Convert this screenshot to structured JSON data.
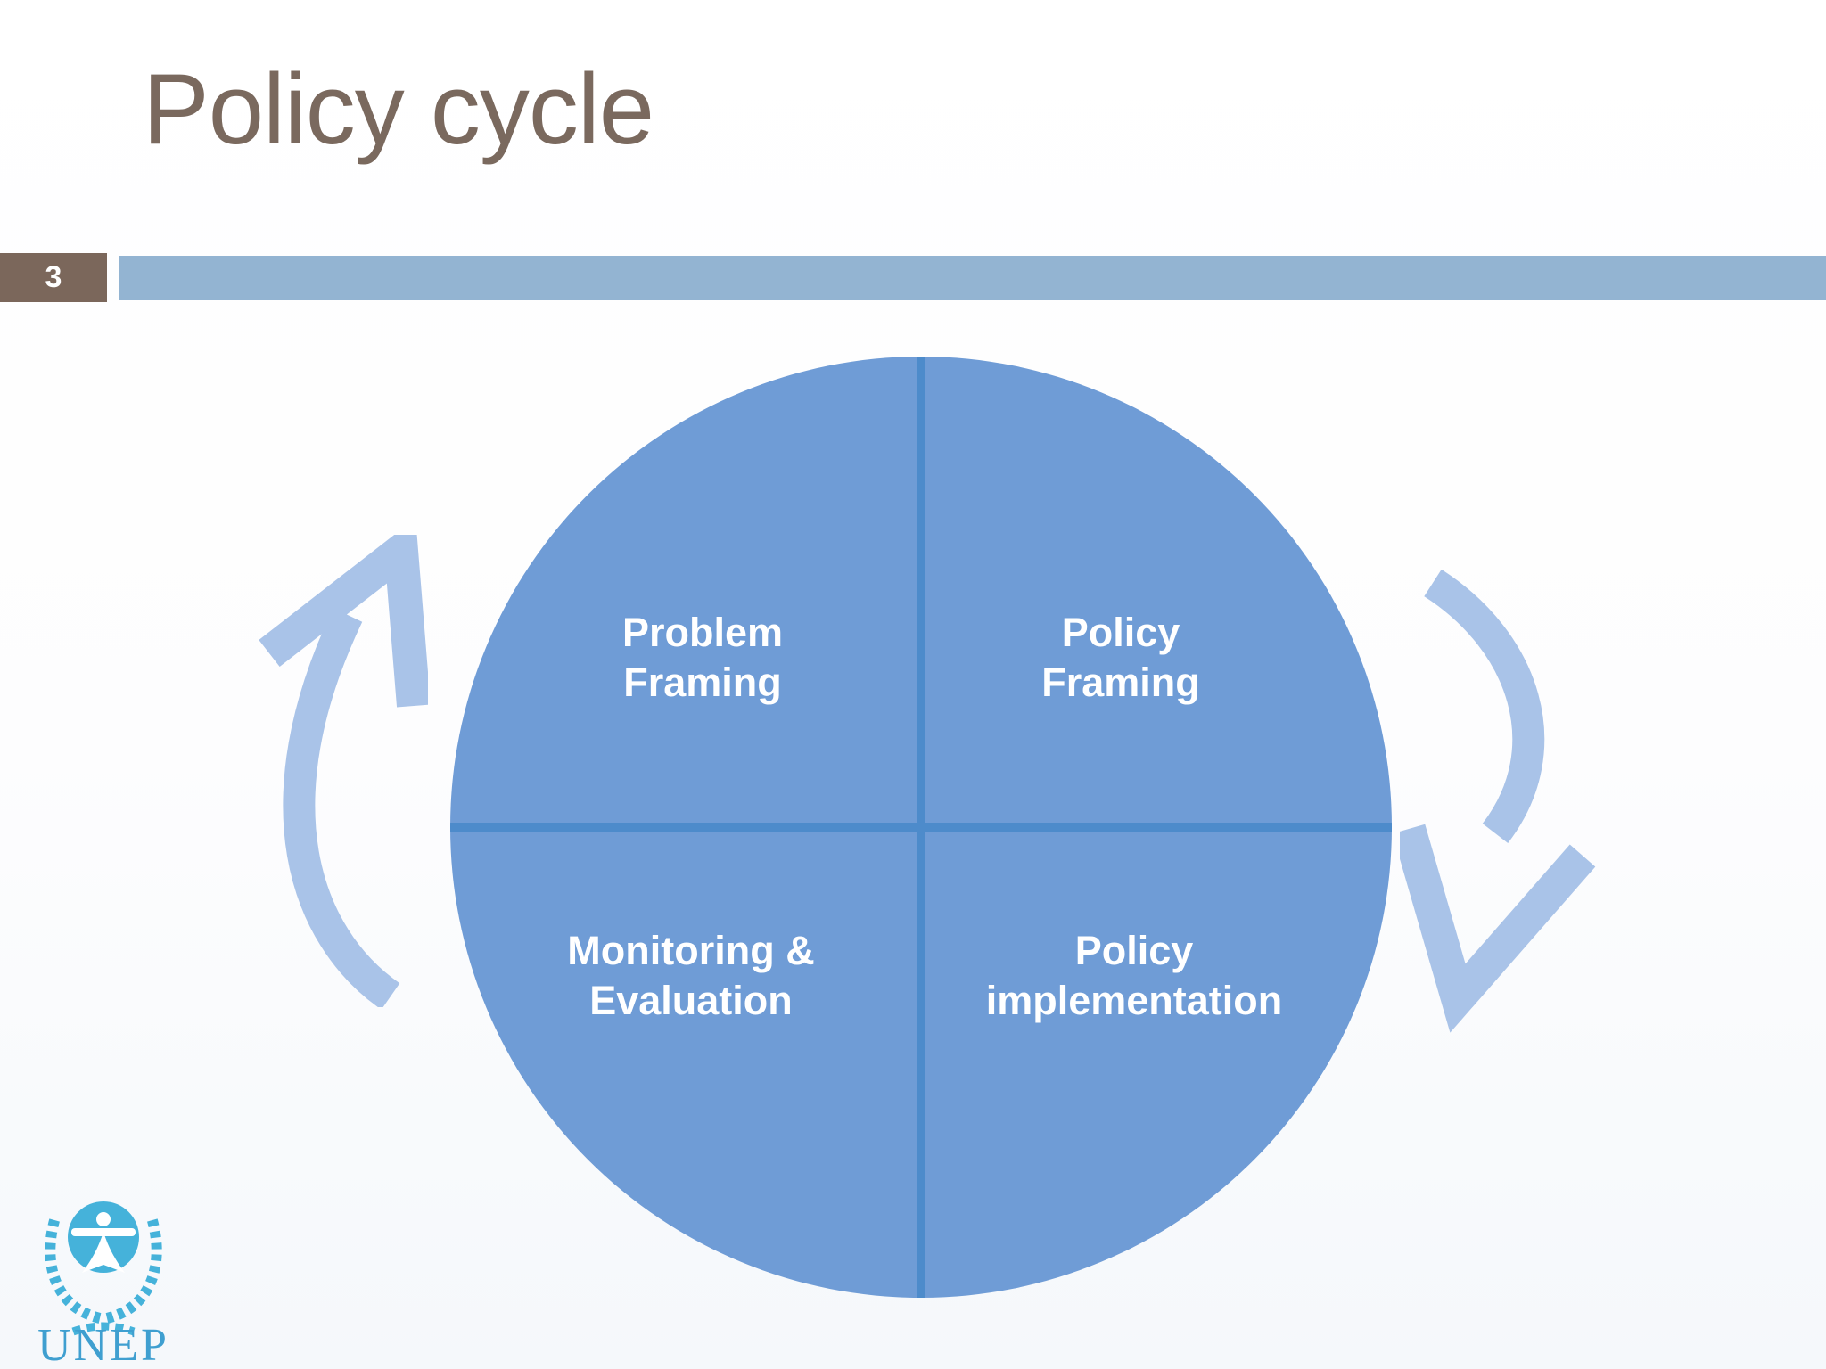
{
  "slide": {
    "title": "Policy cycle",
    "page_number": "3"
  },
  "diagram": {
    "type": "cycle",
    "cycle_direction": "clockwise",
    "quadrants": [
      {
        "id": "problem-framing",
        "line1": "Problem",
        "line2": "Framing"
      },
      {
        "id": "policy-framing",
        "line1": "Policy",
        "line2": "Framing"
      },
      {
        "id": "monitoring-evaluation",
        "line1": "Monitoring &",
        "line2": "Evaluation"
      },
      {
        "id": "policy-implementation",
        "line1": "Policy",
        "line2": "implementation"
      }
    ],
    "icons": [
      "cycle-arrow-up-icon",
      "cycle-arrow-down-icon"
    ]
  },
  "footer": {
    "logo_text": "UNEP"
  },
  "colors": {
    "title_text": "#7a695e",
    "page_badge_bg": "#7b675b",
    "accent_bar": "#93b4d2",
    "circle_fill": "#6f9cd6",
    "quadrant_divider": "#4d8bcb",
    "arrow": "#a9c3e8",
    "label_text": "#ffffff",
    "logo_cyan": "#45b2da",
    "logo_text": "#3f9fd0"
  }
}
